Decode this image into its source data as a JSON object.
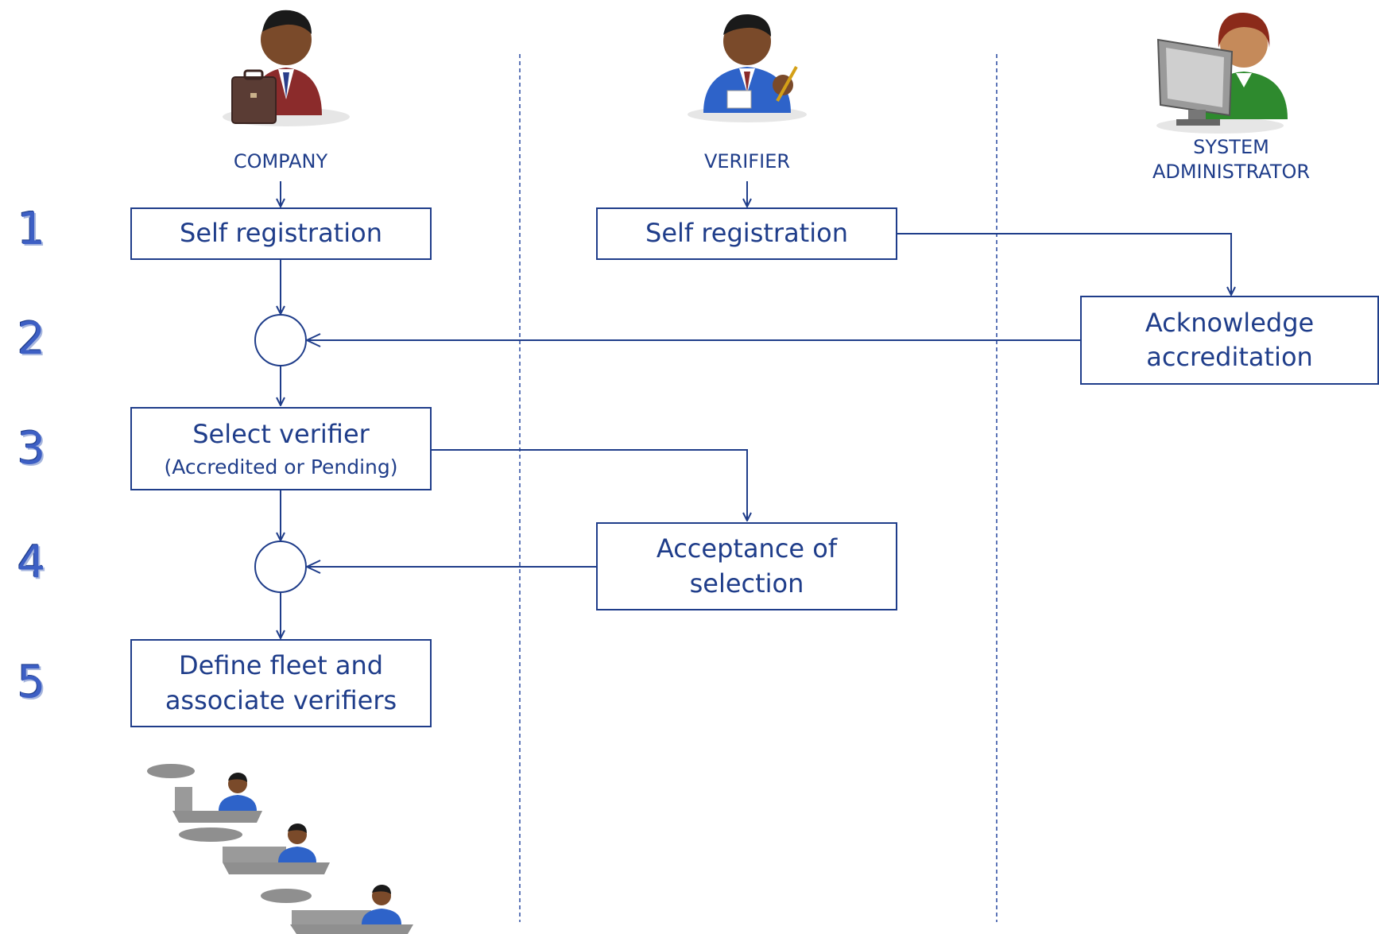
{
  "actors": {
    "company": "COMPANY",
    "verifier": "VERIFIER",
    "sysadmin_line1": "SYSTEM",
    "sysadmin_line2": "ADMINISTRATOR"
  },
  "steps": [
    "1",
    "2",
    "3",
    "4",
    "5"
  ],
  "boxes": {
    "company_self_registration": "Self registration",
    "verifier_self_registration": "Self registration",
    "acknowledge_line1": "Acknowledge",
    "acknowledge_line2": "accreditation",
    "select_verifier": "Select verifier",
    "select_verifier_sub": "(Accredited or Pending)",
    "acceptance_line1": "Acceptance of",
    "acceptance_line2": "selection",
    "define_fleet_line1": "Define fleet and",
    "define_fleet_line2": "associate verifiers"
  },
  "colors": {
    "line": "#1f3d8a",
    "lane_divider": "#2a4aa0",
    "step_number": "#3d5fc4"
  },
  "icons": {
    "company": "businessman-with-briefcase-icon",
    "verifier": "verifier-with-badge-and-pen-icon",
    "sysadmin": "administrator-at-computer-icon",
    "fleet": "ship-with-verifier-icon"
  }
}
